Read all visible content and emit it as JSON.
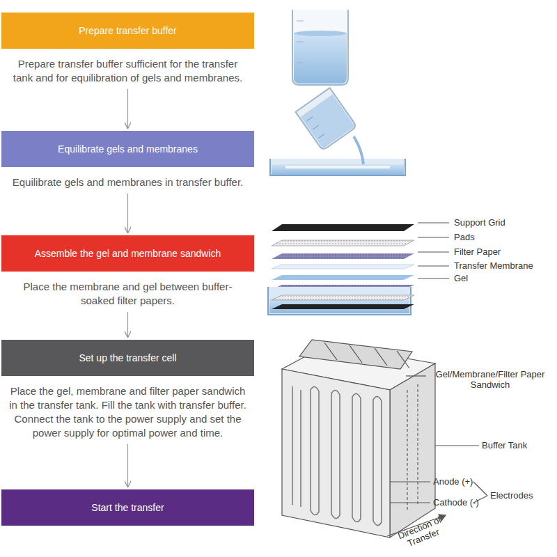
{
  "diagram": {
    "nodes": [
      {
        "text": [
          "Prepare transfer buffer",
          "Prepare transfer buffer sufficient for the transfer tank and for equilibration of gels and membranes."
        ]
      },
      {
        "text": [
          "Equilibrate gels and membranes",
          "Equilibrate gels and membranes in transfer buffer."
        ]
      },
      {
        "text": [
          "Assemble the gel and membrane sandwich",
          "Place the membrane and gel between buffer-soaked filter papers."
        ]
      },
      {
        "text": [
          "Set up the transfer cell",
          "Place the gel, membrane and filter paper sandwich in the transfer tank. Fill the tank with transfer buffer. Connect the tank to the power supply and set the power supply for optimal power and time."
        ]
      },
      {
        "text": [
          "Start the transfer"
        ]
      }
    ],
    "edges": [
      {
        "from": 0,
        "to": 1,
        "arrow": "to"
      },
      {
        "from": 1,
        "to": 2,
        "arrow": "to"
      },
      {
        "from": 2,
        "to": 3,
        "arrow": "to"
      },
      {
        "from": 3,
        "to": 4,
        "arrow": "to"
      }
    ],
    "labels": [
      "Support Grid",
      "Pads",
      "Filter Paper",
      "Transfer Membrane",
      "Gel",
      "Gel/Membrane/Filter Paper Sandwich",
      "Buffer Tank",
      "Anode (+)",
      "Electrodes",
      "Cathode (-)",
      "Direction of Transfer"
    ]
  }
}
